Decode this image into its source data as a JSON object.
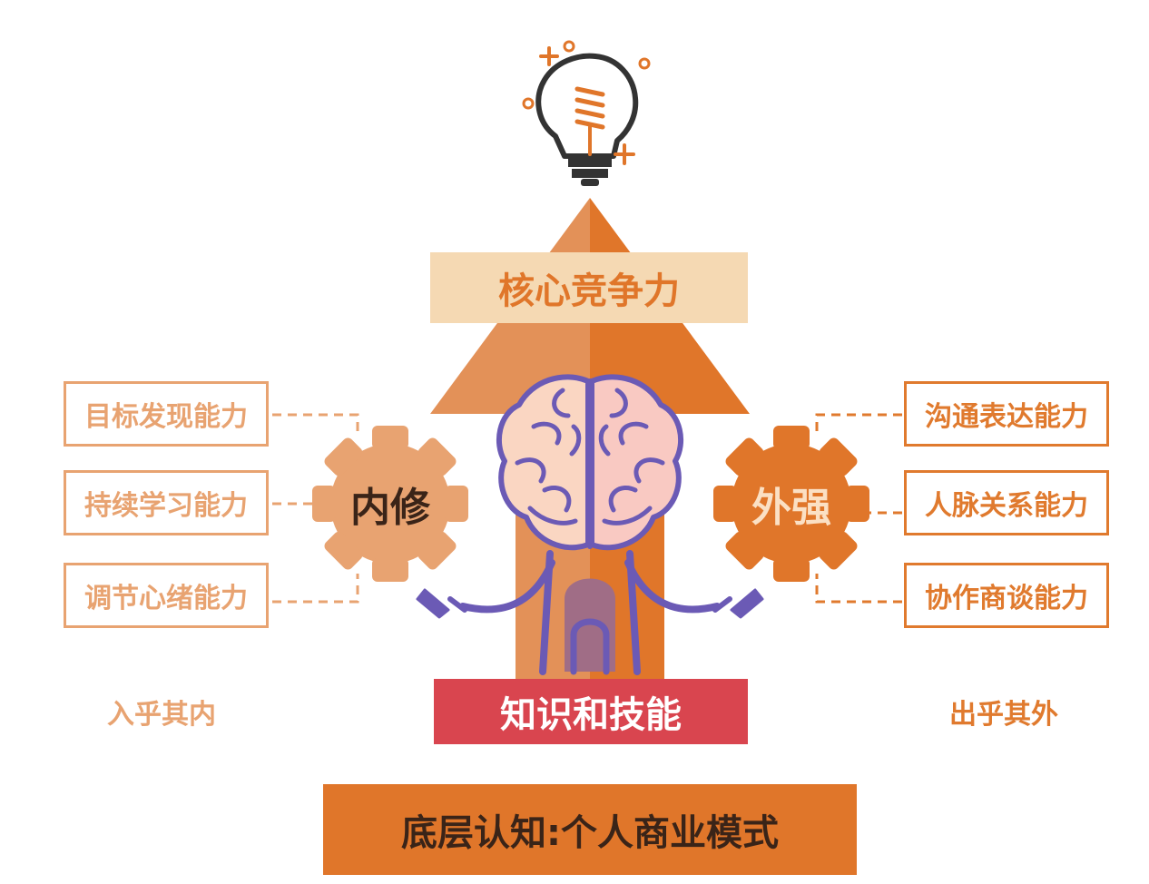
{
  "core": {
    "label": "核心竞争力"
  },
  "knowledge": {
    "label": "知识和技能"
  },
  "foundation": {
    "label": "底层认知:个人商业模式"
  },
  "inner": {
    "gear_label": "内修",
    "caption": "入乎其内",
    "skills": [
      "目标发现能力",
      "持续学习能力",
      "调节心绪能力"
    ]
  },
  "outer": {
    "gear_label": "外强",
    "caption": "出乎其外",
    "skills": [
      "沟通表达能力",
      "人脉关系能力",
      "协作商谈能力"
    ]
  },
  "colors": {
    "orange_light": "#e8a371",
    "orange_dark": "#e07a2e",
    "arrow_left": "#e39158",
    "arrow_right": "#e0762a",
    "core_banner": "#f5d9b3",
    "knowledge_banner": "#d9454f",
    "brain_outline": "#6b5ab5",
    "text_dark": "#3a2418"
  },
  "icons": [
    "lightbulb-icon",
    "brain-icon",
    "gear-icon"
  ]
}
